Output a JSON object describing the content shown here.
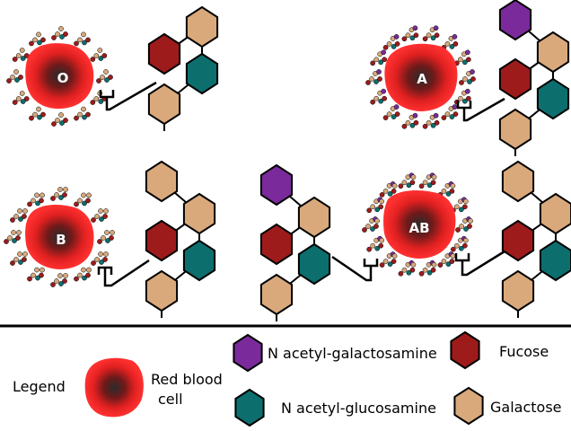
{
  "colors": {
    "cell_edge": "#ff2a2a",
    "cell_core": "#2b2b2b",
    "n_acetyl_galactosamine": "#7a2a9a",
    "fucose": "#9e1b1b",
    "n_acetyl_glucosamine": "#0d6e6e",
    "galactose": "#d9a97c",
    "outline": "#000000"
  },
  "diagram": {
    "cells": [
      {
        "label": "O"
      },
      {
        "label": "A"
      },
      {
        "label": "B"
      },
      {
        "label": "AB"
      }
    ]
  },
  "legend": {
    "title": "Legend",
    "red_blood_cell_line1": "Red blood",
    "red_blood_cell_line2": "cell",
    "n_acetyl_galactosamine": "N acetyl-galactosamine",
    "fucose": "Fucose",
    "n_acetyl_glucosamine": "N acetyl-glucosamine",
    "galactose": "Galactose"
  }
}
